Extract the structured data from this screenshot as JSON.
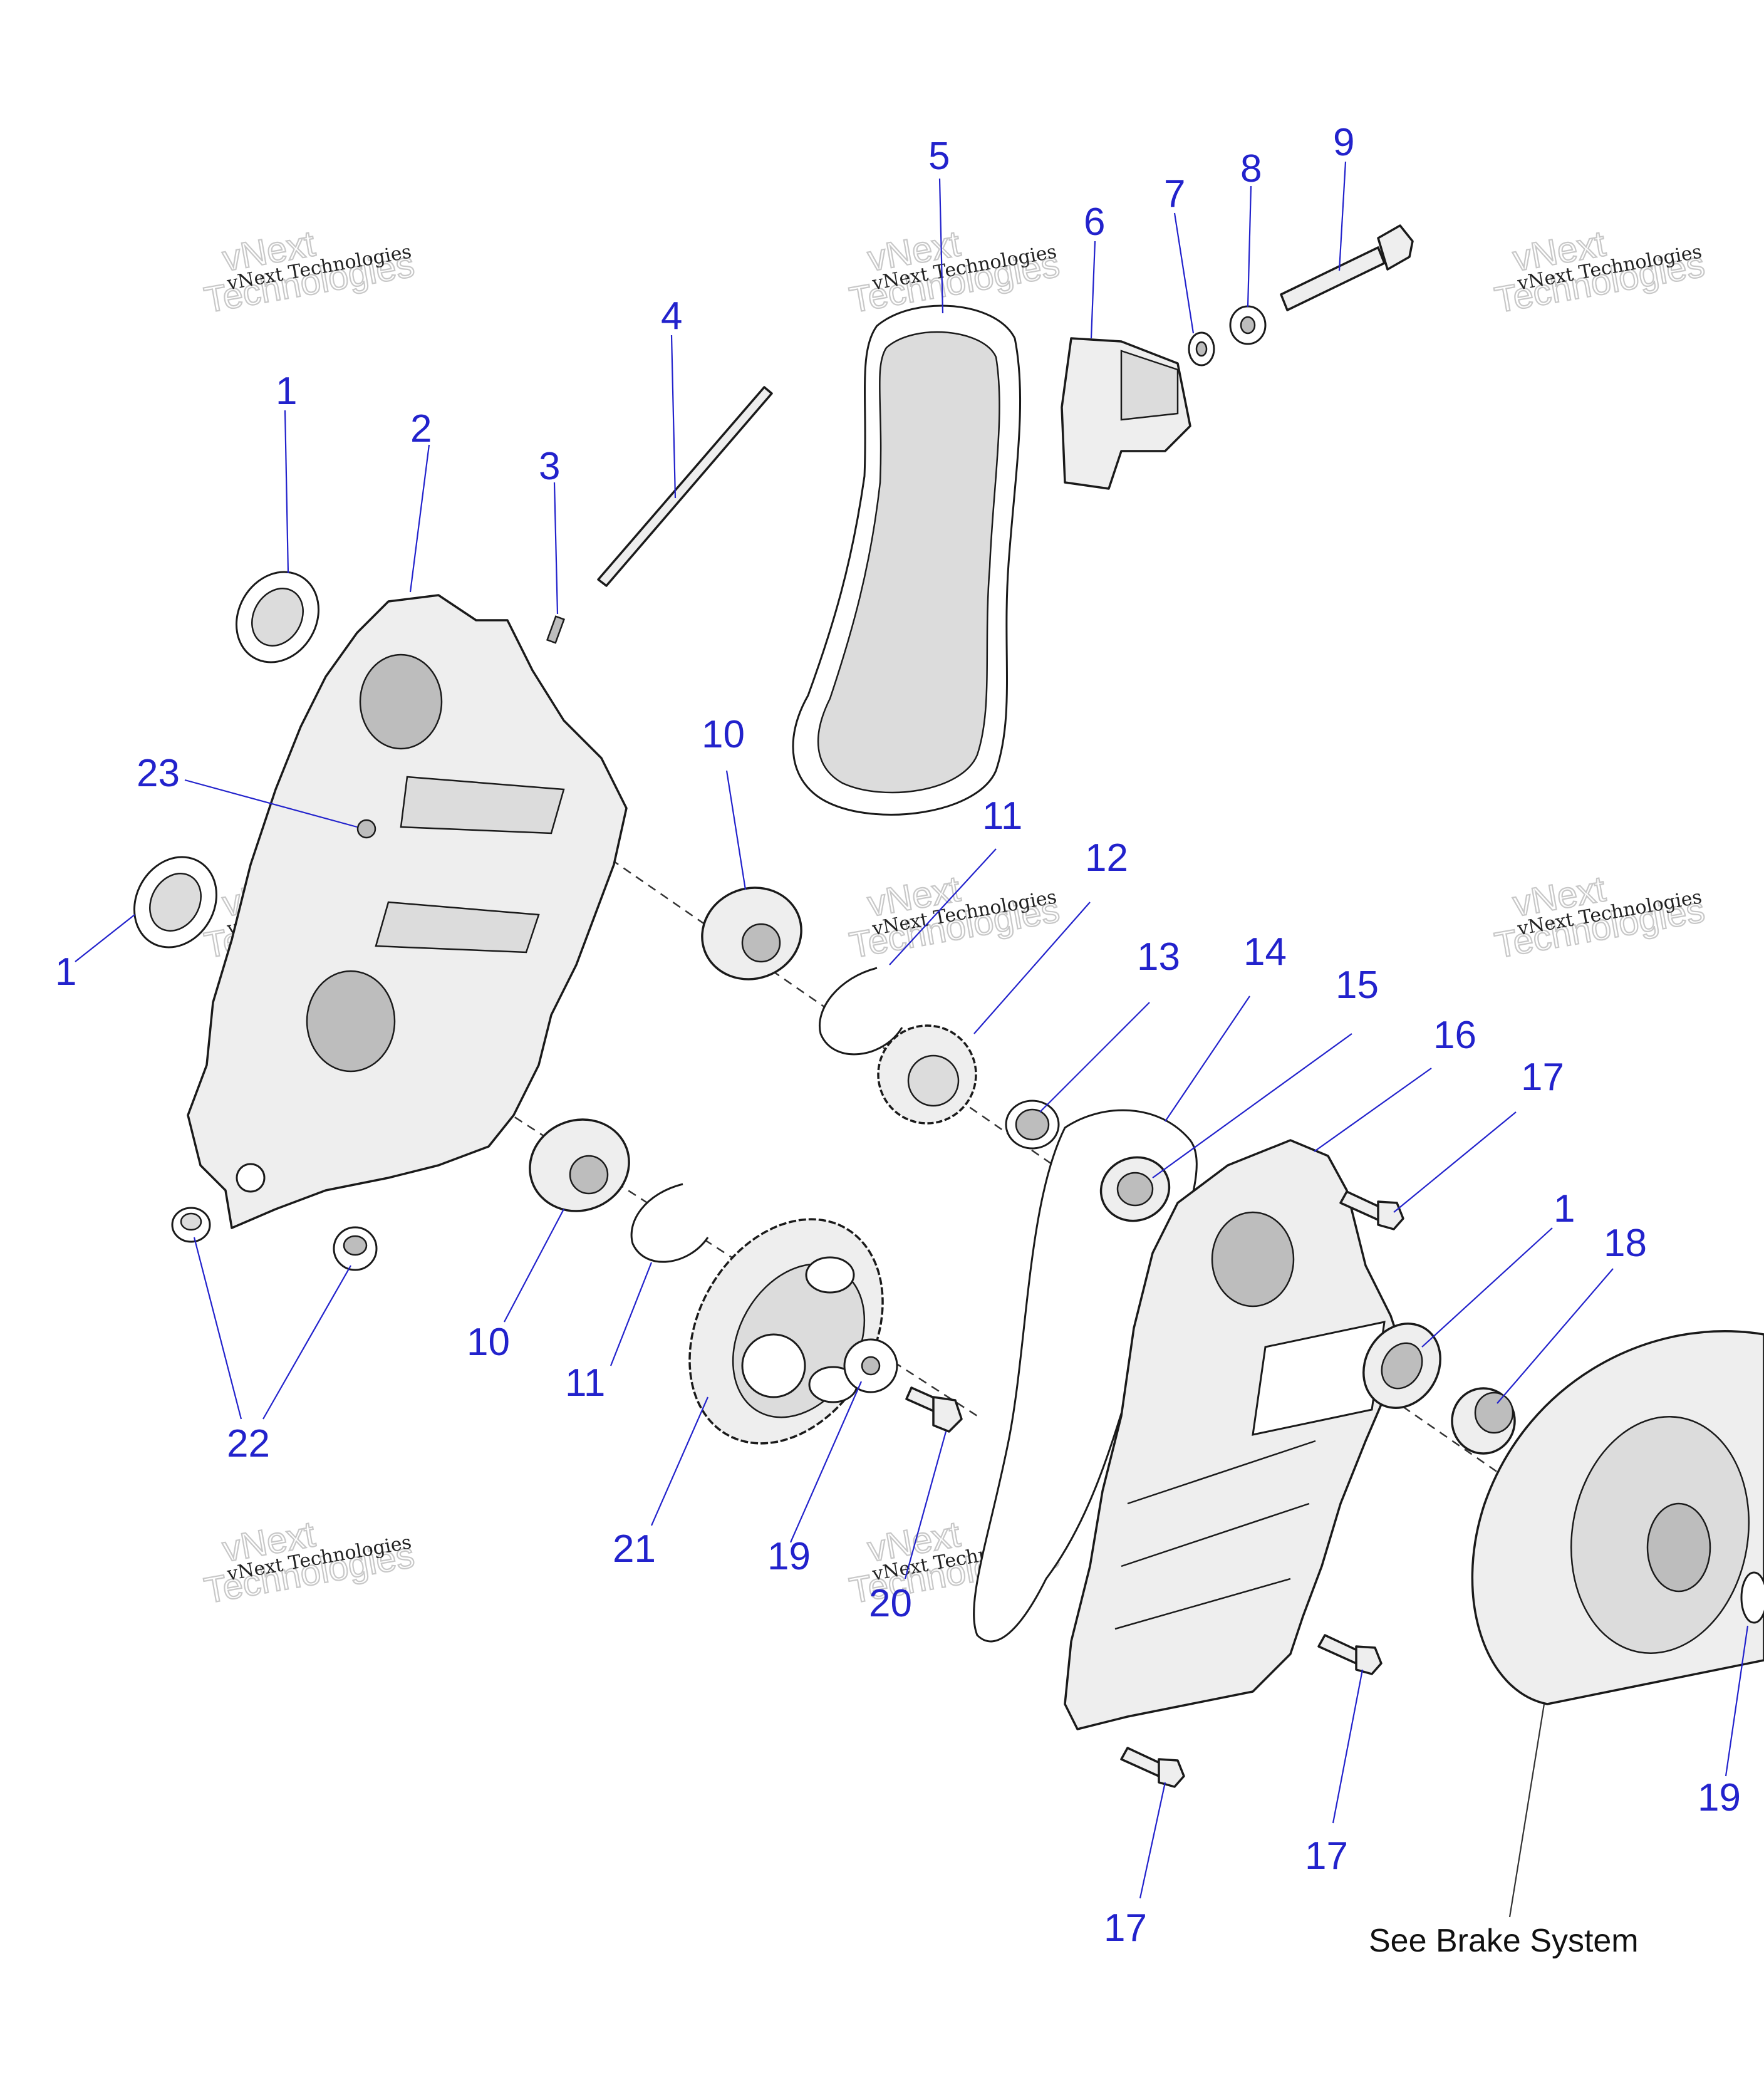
{
  "callouts": {
    "c1a": "1",
    "c2": "2",
    "c3": "3",
    "c4": "4",
    "c5": "5",
    "c6": "6",
    "c7": "7",
    "c8": "8",
    "c9": "9",
    "c23": "23",
    "c1b": "1",
    "c10a": "10",
    "c11a": "11",
    "c12": "12",
    "c13": "13",
    "c14": "14",
    "c15": "15",
    "c16": "16",
    "c17a": "17",
    "c1c": "1",
    "c18": "18",
    "c10b": "10",
    "c11b": "11",
    "c22": "22",
    "c21": "21",
    "c19a": "19",
    "c20": "20",
    "c17b": "17",
    "c17c": "17",
    "c19b": "19"
  },
  "note": "See Brake System",
  "watermark": {
    "line1": "vNext Technologies",
    "line2a": "vNext",
    "line2b": "Technologies"
  },
  "colors": {
    "callout": "#2222cc",
    "part_fill": "#eeeeee",
    "outline": "#1a1a1a"
  }
}
